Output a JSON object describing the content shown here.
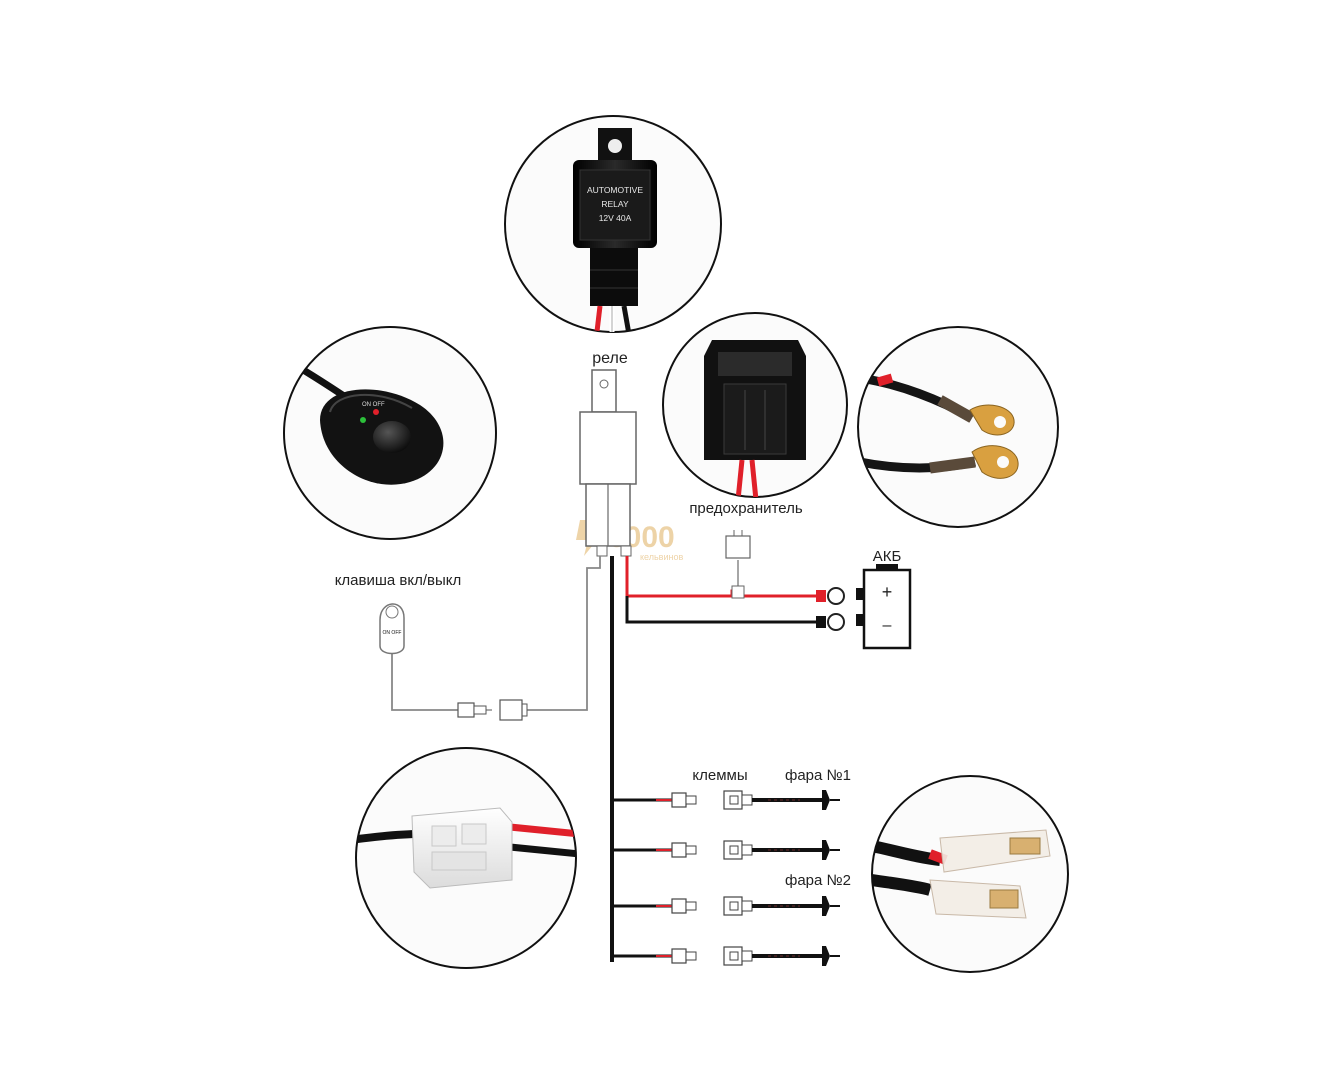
{
  "labels": {
    "relay": "реле",
    "fuse": "предохранитель",
    "battery": "АКБ",
    "battery_plus": "+",
    "battery_minus": "–",
    "switch": "клавиша вкл/выкл",
    "terminals": "клеммы",
    "headlight_1": "фара №1",
    "headlight_2": "фара №2"
  },
  "relay_photo": {
    "line1": "AUTOMOTIVE",
    "line2": "RELAY",
    "line3": "12V 40A"
  },
  "switch_photo": {
    "on_off": "ON OFF"
  },
  "watermark": {
    "number": "6000",
    "subtitle": "кельвинов"
  },
  "colors": {
    "positive_wire": "#e0202a",
    "ground_wire": "#111111",
    "signal_wire": "#888888",
    "watermark": "#e0b060"
  }
}
